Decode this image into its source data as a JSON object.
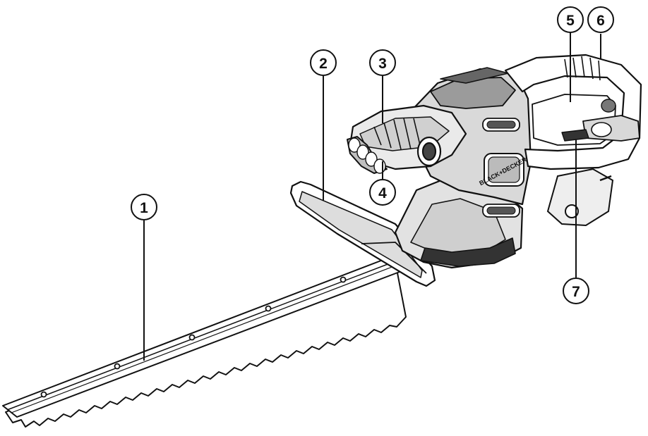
{
  "diagram": {
    "brand_logo": "BLACK+DECKER",
    "callouts": [
      {
        "id": "blade",
        "number": "1"
      },
      {
        "id": "blade-guard",
        "number": "2"
      },
      {
        "id": "front-handle",
        "number": "3"
      },
      {
        "id": "rear-grip",
        "number": "4"
      },
      {
        "id": "main-handle",
        "number": "5"
      },
      {
        "id": "cord-retainer",
        "number": "6"
      },
      {
        "id": "trigger-switch",
        "number": "7"
      }
    ]
  }
}
